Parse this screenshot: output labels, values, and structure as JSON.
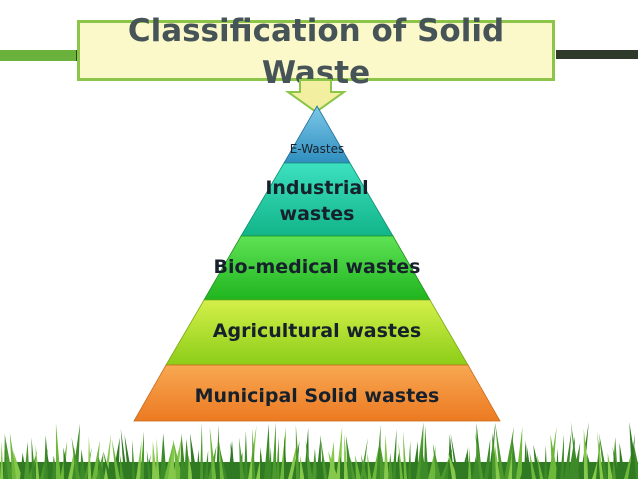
{
  "title": "Classification of Solid\nWaste",
  "levels": [
    {
      "label": "E-Wastes",
      "color": "#2f8fbf"
    },
    {
      "label": "Industrial\nwastes",
      "color": "#18c4a0"
    },
    {
      "label": "Bio-medical wastes",
      "color": "#2fcf2a"
    },
    {
      "label": "Agricultural wastes",
      "color": "#a7dc22"
    },
    {
      "label": "Municipal Solid wastes",
      "color": "#f0872e"
    }
  ],
  "colors": {
    "title_box_bg": "#fbf8c9",
    "title_box_border": "#8cc54a",
    "title_text": "#465457",
    "arrow": "#f3efa0",
    "grass": "#3f8f2a"
  }
}
